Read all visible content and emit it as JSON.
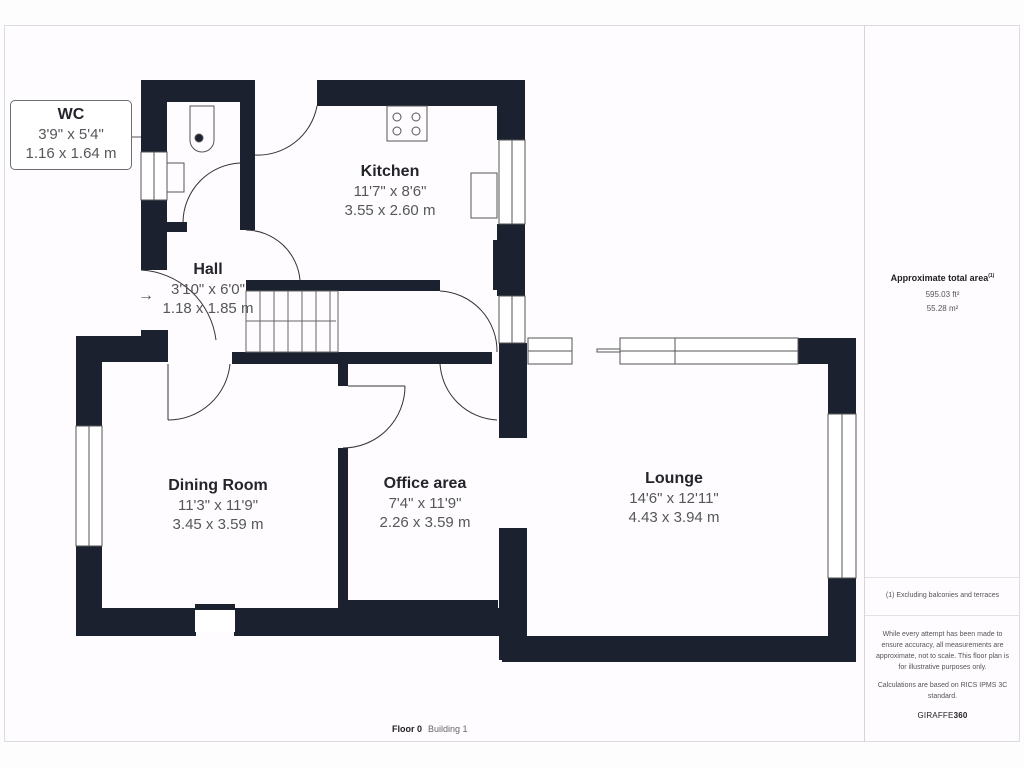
{
  "plan": {
    "floor_label": "Floor 0",
    "building_label": "Building 1",
    "wall_color": "#1c2130",
    "rooms": {
      "wc": {
        "name": "WC",
        "imperial": "3'9\" x 5'4\"",
        "metric": "1.16 x 1.64 m"
      },
      "kitchen": {
        "name": "Kitchen",
        "imperial": "11'7\" x 8'6\"",
        "metric": "3.55 x 2.60 m"
      },
      "hall": {
        "name": "Hall",
        "imperial": "3'10\" x 6'0\"",
        "metric": "1.18 x 1.85 m"
      },
      "dining": {
        "name": "Dining Room",
        "imperial": "11'3\" x 11'9\"",
        "metric": "3.45 x 3.59 m"
      },
      "office": {
        "name": "Office area",
        "imperial": "7'4\" x 11'9\"",
        "metric": "2.26 x 3.59 m"
      },
      "lounge": {
        "name": "Lounge",
        "imperial": "14'6\" x 12'11\"",
        "metric": "4.43 x 3.94 m"
      }
    },
    "entrance_arrow": "→"
  },
  "sidebar": {
    "area_title": "Approximate total area",
    "area_footnote_mark": "(1)",
    "area_sqft": "595.03 ft²",
    "area_sqm": "55.28 m²",
    "footnote": "(1) Excluding balconies and terraces",
    "disclaimer": "While every attempt has been made to ensure accuracy, all measurements are approximate, not to scale. This floor plan is for illustrative purposes only.",
    "calc_note": "Calculations are based on RICS IPMS 3C standard.",
    "brand_a": "GIRAFFE",
    "brand_b": "360"
  }
}
